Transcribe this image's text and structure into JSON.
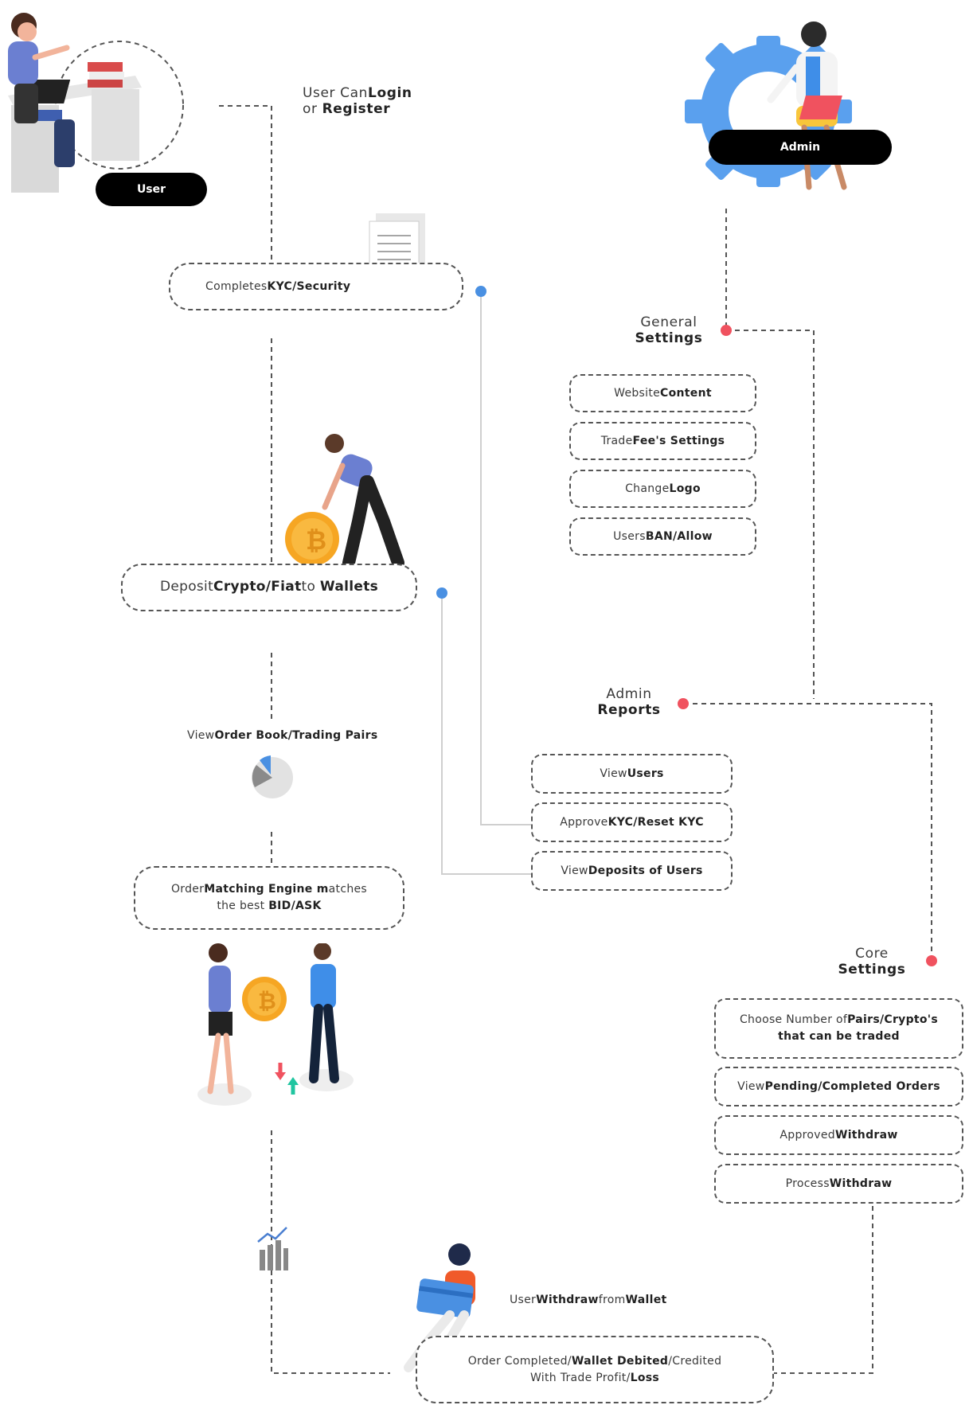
{
  "user": {
    "pill": "User",
    "login_pre": "User Can",
    "login_bold": "Login",
    "register_pre": "or ",
    "register_bold": "Register",
    "kyc_pre": "Completes",
    "kyc_bold": "KYC/Security",
    "deposit_pre": "Deposit",
    "deposit_bold1": "Crypto/Fiat",
    "deposit_mid": "to ",
    "deposit_bold2": "Wallets",
    "orderbook_pre": "View",
    "orderbook_bold": "Order Book/Trading Pairs",
    "matching_pre": "Order",
    "matching_bold": "Matching Engine m",
    "matching_post": "atches",
    "matching_line2_pre": "the best ",
    "matching_line2_bold": "BID/ASK",
    "withdraw_pre": "User",
    "withdraw_bold1": "Withdraw",
    "withdraw_mid": "from",
    "withdraw_bold2": "Wallet",
    "completed_pre": "Order Completed/",
    "completed_bold1": "Wallet Debited",
    "completed_mid": "/Credited",
    "completed_line2_pre": "With Trade Profit/",
    "completed_line2_bold": "Loss"
  },
  "admin": {
    "pill": "Admin",
    "general_line1": "General",
    "general_line2": "Settings",
    "general_items": [
      {
        "pre": "Website",
        "bold": "Content"
      },
      {
        "pre": "Trade",
        "bold": "Fee's Settings"
      },
      {
        "pre": "Change",
        "bold": "Logo"
      },
      {
        "pre": "Users",
        "bold": "BAN/Allow"
      }
    ],
    "reports_line1": "Admin",
    "reports_line2": "Reports",
    "report_items": [
      {
        "pre": "View",
        "bold": "Users"
      },
      {
        "pre": "Approve",
        "bold": "KYC/Reset KYC"
      },
      {
        "pre": "View",
        "bold": "Deposits of Users"
      }
    ],
    "core_line1": "Core",
    "core_line2": "Settings",
    "core_item1_pre": "Choose Number of",
    "core_item1_bold": "Pairs/Crypto's",
    "core_item1_line2": "that can be traded",
    "core_items": [
      {
        "pre": "View",
        "bold": "Pending/Completed Orders"
      },
      {
        "pre": "Approved",
        "bold": "Withdraw"
      },
      {
        "pre": "Process",
        "bold": "Withdraw"
      }
    ]
  },
  "colors": {
    "red_dot": "#f0525f",
    "blue_dot": "#4a90e2",
    "gear": "#5aa0ee",
    "coin": "#f6a623"
  }
}
